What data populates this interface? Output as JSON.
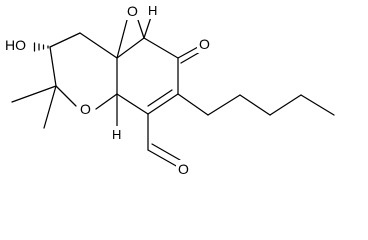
{
  "molecule": {
    "atom_labels": {
      "hydroxyl": "HO",
      "epoxide_oxygen": "O",
      "ketone_oxygen": "O",
      "pyran_oxygen": "O",
      "aldehyde_oxygen": "O",
      "stereo_h_top": "H",
      "stereo_h_bottom": "H"
    }
  }
}
